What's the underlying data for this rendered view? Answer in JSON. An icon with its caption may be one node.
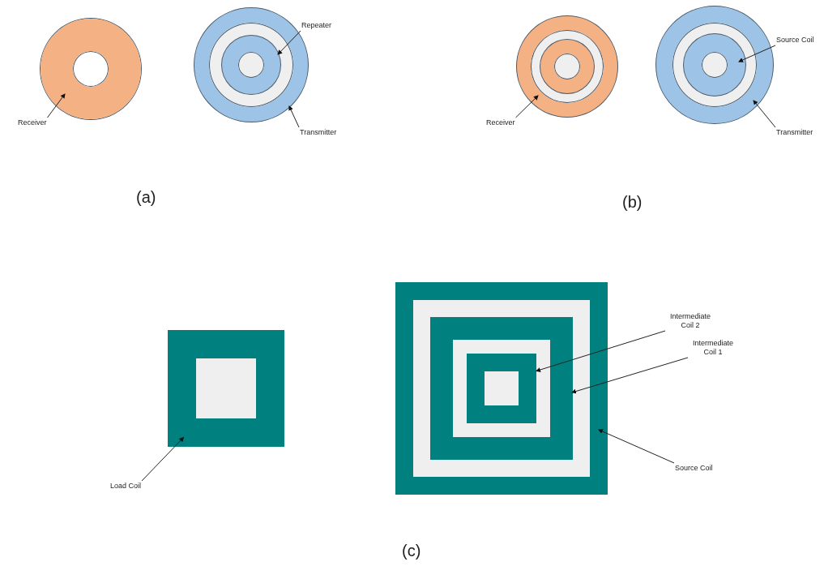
{
  "diagram": {
    "nodes": [
      {
        "text": [],
        "shape": "circle"
      },
      {
        "text": [
          "Receiver"
        ]
      },
      {
        "text": [],
        "shape": "circle"
      },
      {
        "text": [],
        "shape": "circle",
        "in": 2
      },
      {
        "text": [
          "Repeater"
        ]
      },
      {
        "text": [
          "Transmitter"
        ]
      },
      {
        "text": [],
        "shape": "circle"
      },
      {
        "text": [],
        "shape": "circle",
        "in": 6
      },
      {
        "text": [
          "Receiver"
        ]
      },
      {
        "text": [],
        "shape": "circle"
      },
      {
        "text": [],
        "shape": "circle",
        "in": 9
      },
      {
        "text": [
          "Source Coil"
        ]
      },
      {
        "text": [
          "Transmitter"
        ]
      },
      {
        "text": [],
        "shape": "box"
      },
      {
        "text": [
          "Load Coil"
        ]
      },
      {
        "text": [],
        "shape": "box"
      },
      {
        "text": [],
        "shape": "box",
        "in": 15
      },
      {
        "text": [],
        "shape": "box",
        "in": 16
      },
      {
        "text": [
          "Intermediate Coil 2"
        ]
      },
      {
        "text": [
          "Intermediate Coil 1"
        ]
      },
      {
        "text": [
          "Source Coil"
        ]
      }
    ],
    "edges": [
      {
        "from": 1,
        "to": 0,
        "arrow": "to"
      },
      {
        "from": 4,
        "to": 3,
        "arrow": "to"
      },
      {
        "from": 5,
        "to": 2,
        "arrow": "to"
      },
      {
        "from": 8,
        "to": 6,
        "arrow": "to"
      },
      {
        "from": 11,
        "to": 10,
        "arrow": "to"
      },
      {
        "from": 12,
        "to": 9,
        "arrow": "to"
      },
      {
        "from": 14,
        "to": 13,
        "arrow": "to"
      },
      {
        "from": 18,
        "to": 17,
        "arrow": "to"
      },
      {
        "from": 19,
        "to": 16,
        "arrow": "to"
      },
      {
        "from": 20,
        "to": 15,
        "arrow": "to"
      }
    ],
    "labels": [
      "(a)",
      "(b)",
      "(c)"
    ]
  }
}
